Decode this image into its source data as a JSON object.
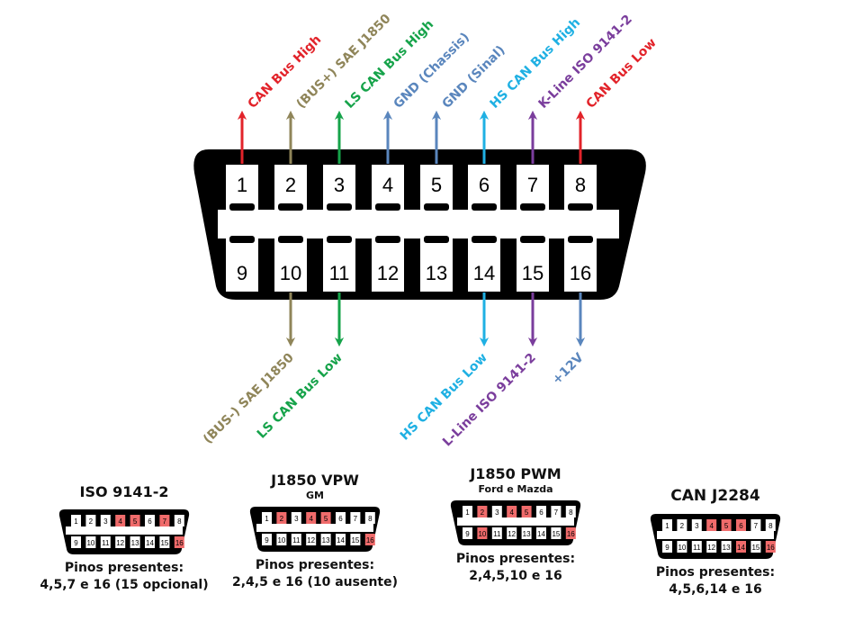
{
  "colors": {
    "red": "#e2232a",
    "khaki": "#8f8559",
    "green": "#16a34a",
    "steel": "#5a86bd",
    "cyan": "#1fb0e3",
    "purple": "#7a3d9c",
    "highlight": "#f06b6b"
  },
  "pins": [
    {
      "num": "1",
      "label": "CAN Bus High",
      "color": "red"
    },
    {
      "num": "2",
      "label": "(BUS+) SAE J1850",
      "color": "khaki"
    },
    {
      "num": "3",
      "label": "LS CAN Bus High",
      "color": "green"
    },
    {
      "num": "4",
      "label": "GND (Chassis)",
      "color": "steel"
    },
    {
      "num": "5",
      "label": "GND (Sinal)",
      "color": "steel"
    },
    {
      "num": "6",
      "label": "HS CAN Bus High",
      "color": "cyan"
    },
    {
      "num": "7",
      "label": "K-Line ISO 9141-2",
      "color": "purple"
    },
    {
      "num": "8",
      "label": "CAN Bus Low",
      "color": "red"
    },
    {
      "num": "9",
      "label": "",
      "color": ""
    },
    {
      "num": "10",
      "label": "(BUS-) SAE J1850",
      "color": "khaki"
    },
    {
      "num": "11",
      "label": "LS CAN Bus Low",
      "color": "green"
    },
    {
      "num": "12",
      "label": "",
      "color": ""
    },
    {
      "num": "13",
      "label": "",
      "color": ""
    },
    {
      "num": "14",
      "label": "HS CAN Bus Low",
      "color": "cyan"
    },
    {
      "num": "15",
      "label": "L-Line ISO 9141-2",
      "color": "purple"
    },
    {
      "num": "16",
      "label": "+12V",
      "color": "steel"
    }
  ],
  "protocols": [
    {
      "title": "ISO 9141-2",
      "subtitle": "",
      "pins_label": "Pinos presentes:",
      "pins_text": "4,5,7 e 16 (15 opcional)",
      "highlight": [
        4,
        5,
        7,
        16
      ]
    },
    {
      "title": "J1850 VPW",
      "subtitle": "GM",
      "pins_label": "Pinos presentes:",
      "pins_text": "2,4,5 e 16 (10 ausente)",
      "highlight": [
        2,
        4,
        5,
        16
      ]
    },
    {
      "title": "J1850 PWM",
      "subtitle": "Ford e Mazda",
      "pins_label": "Pinos presentes:",
      "pins_text": "2,4,5,10 e 16",
      "highlight": [
        2,
        4,
        5,
        10,
        16
      ]
    },
    {
      "title": "CAN J2284",
      "subtitle": "",
      "pins_label": "Pinos presentes:",
      "pins_text": "4,5,6,14 e 16",
      "highlight": [
        4,
        5,
        6,
        14,
        16
      ]
    }
  ]
}
